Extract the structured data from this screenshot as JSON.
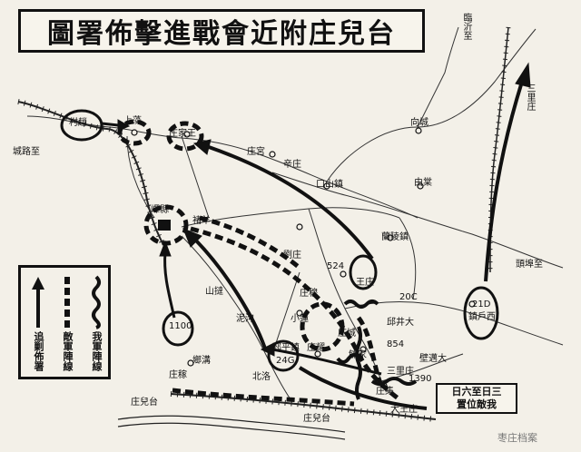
{
  "title": "圖署佈擊進戰會近附庄兒台",
  "legend": {
    "our_lines": "我軍陣線",
    "enemy_lines": "敵軍陣線",
    "pursuit": "追剿佈署"
  },
  "date_box": {
    "line1": "日六至日三",
    "line2": "置位敵我"
  },
  "watermark": "枣庄档案",
  "places": {
    "lincheng": "城路至",
    "cunzhao": "村趙",
    "taierzhuang": "庄兒台",
    "laoshang": "上藻",
    "wangyichuang": "庄家王",
    "gugong": "庄宮",
    "koushan": "口山鎮",
    "lanqiao": "蘭陵鎮",
    "majiahe": "向城",
    "yidong": "由棠",
    "zhufu": "褚羊",
    "yicheng": "嶧縣",
    "jiaozhuang": "辛庄",
    "shangluo": "山撻",
    "hanzhuang": "泥沟",
    "xiaoyan": "小蓮",
    "liuzhuang": "劉庄",
    "wangzhuang": "王庄",
    "taierzhuang_south": "庄兒台",
    "beiyuan": "北洛",
    "zhangjiabao": "邳平鎮",
    "xian": "鎮戶西",
    "tianzhuang": "庄穆",
    "shuiquan": "邱井大",
    "sanli": "三里庄",
    "yingcheng": "庄城",
    "lijiazhuang": "庄耀",
    "liqu": "壁邁大",
    "guo": "鄉溝",
    "hanzhuang2": "庄集",
    "jiao": "郇家",
    "dawang": "大王庄",
    "zhiqiao": "庄稼",
    "youcheng": "頭埠至",
    "linyi_to": "臨沂至"
  },
  "numbers": {
    "n524": "524",
    "n20c": "20C",
    "n21d": "21D",
    "n1100": "1100",
    "n24g": "24G",
    "n854": "854",
    "n1390": "1390"
  }
}
